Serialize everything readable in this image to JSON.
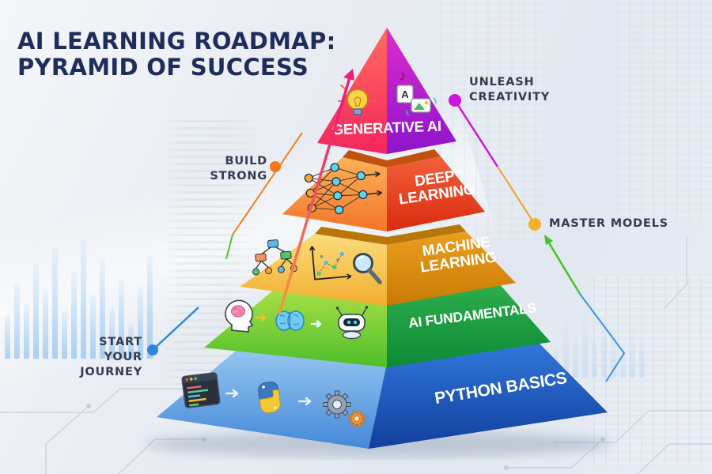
{
  "title": {
    "line1": "AI LEARNING ROADMAP:",
    "line2": "PYRAMID OF SUCCESS"
  },
  "pyramid": {
    "levels": [
      {
        "name": "generative-ai",
        "label": "GENERATIVE AI",
        "lines": [
          "GENERATIVE AI"
        ],
        "left_color": "#f3265f",
        "right_color": "#8c15cc",
        "icons": [
          "lightbulb-icon",
          "music-note-icon",
          "ai-letter-card-icon",
          "image-generation-icon"
        ]
      },
      {
        "name": "deep-learning",
        "label": "DEEP LEARNING",
        "lines": [
          "DEEP",
          "LEARNING"
        ],
        "left_color": "#f37b2b",
        "right_color": "#d92a10",
        "icons": [
          "neural-network-icon"
        ]
      },
      {
        "name": "machine-learning",
        "label": "MACHINE LEARNING",
        "lines": [
          "MACHINE",
          "LEARNING"
        ],
        "left_color": "#f2ae2e",
        "right_color": "#c87a05",
        "icons": [
          "decision-tree-icon",
          "scatter-chart-icon",
          "magnifier-icon"
        ]
      },
      {
        "name": "ai-fundamentals",
        "label": "AI FUNDAMENTALS",
        "lines": [
          "AI FUNDAMENTALS"
        ],
        "left_color": "#4fbe2a",
        "right_color": "#0c8a36",
        "icons": [
          "head-profile-icon",
          "brain-icon",
          "robot-icon"
        ]
      },
      {
        "name": "python-basics",
        "label": "PYTHON BASICS",
        "lines": [
          "PYTHON BASICS"
        ],
        "left_color": "#4890dc",
        "right_color": "#123f9e",
        "icons": [
          "code-editor-icon",
          "python-logo-icon",
          "gears-icon"
        ]
      }
    ]
  },
  "annotations": {
    "unleash": {
      "line1": "UNLEASH",
      "line2": "CREATIVITY",
      "dot_color": "#cc16d8"
    },
    "build": {
      "line1": "BUILD STRONG",
      "dot_color": "#f07818"
    },
    "master": {
      "line1": "MASTER MODELS",
      "dot_color": "#f5b02a"
    },
    "start": {
      "line1": "START YOUR",
      "line2": "JOURNEY",
      "dot_color": "#2e86de"
    }
  },
  "glyphs": {
    "music_note": "♪",
    "ai_card_letter": "A"
  },
  "palette": {
    "title_text": "#1e2d5c",
    "label_text": "#353c52",
    "background": "#e8edf4"
  }
}
